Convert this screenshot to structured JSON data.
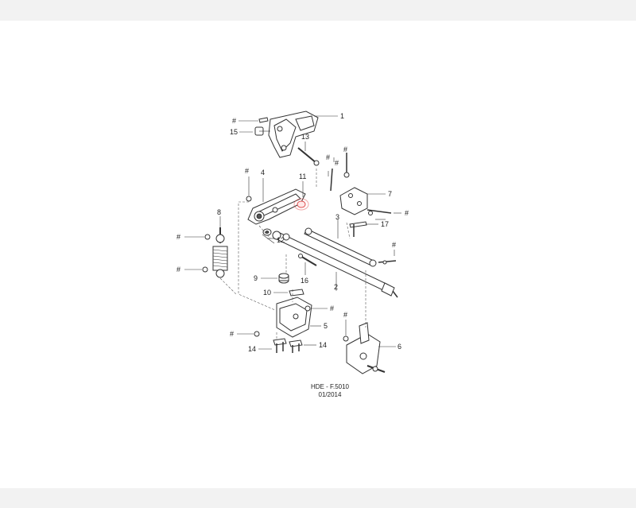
{
  "diagram": {
    "callouts": {
      "c1": "1",
      "c2": "2",
      "c3": "3",
      "c4": "4",
      "c5": "5",
      "c6": "6",
      "c7": "7",
      "c8": "8",
      "c9": "9",
      "c10": "10",
      "c11": "11",
      "c12": "12",
      "c13": "13",
      "c14a": "14",
      "c14b": "14",
      "c15": "15",
      "c16": "16",
      "c17": "17"
    },
    "hash_mark": "#",
    "highlight_color": "#e05050",
    "footer": {
      "code": "HDE - F.5010",
      "date": "01/2014"
    }
  }
}
